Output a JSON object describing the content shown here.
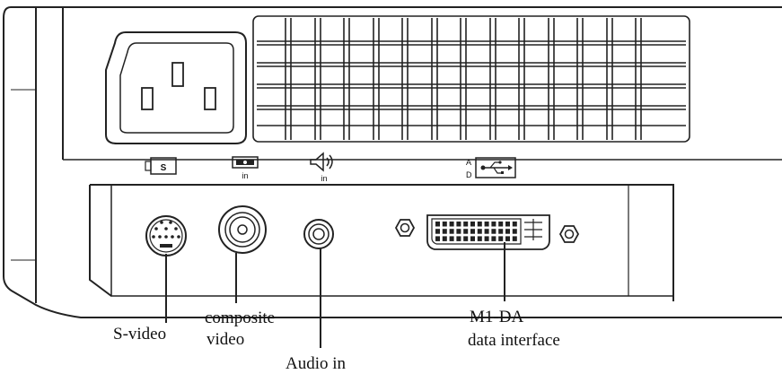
{
  "labels": {
    "svideo": "S-video",
    "composite_1": "composite",
    "composite_2": "video",
    "audio": "Audio in",
    "m1_1": "M1-DA",
    "m1_2": "data interface"
  },
  "icons": {
    "svideo_letter": "S",
    "composite_in": "in",
    "audio_in": "in",
    "usb_a": "A",
    "usb_d": "D",
    "icon_names": [
      "svideo-icon",
      "composite-video-icon",
      "speaker-icon",
      "usb-icon"
    ]
  }
}
